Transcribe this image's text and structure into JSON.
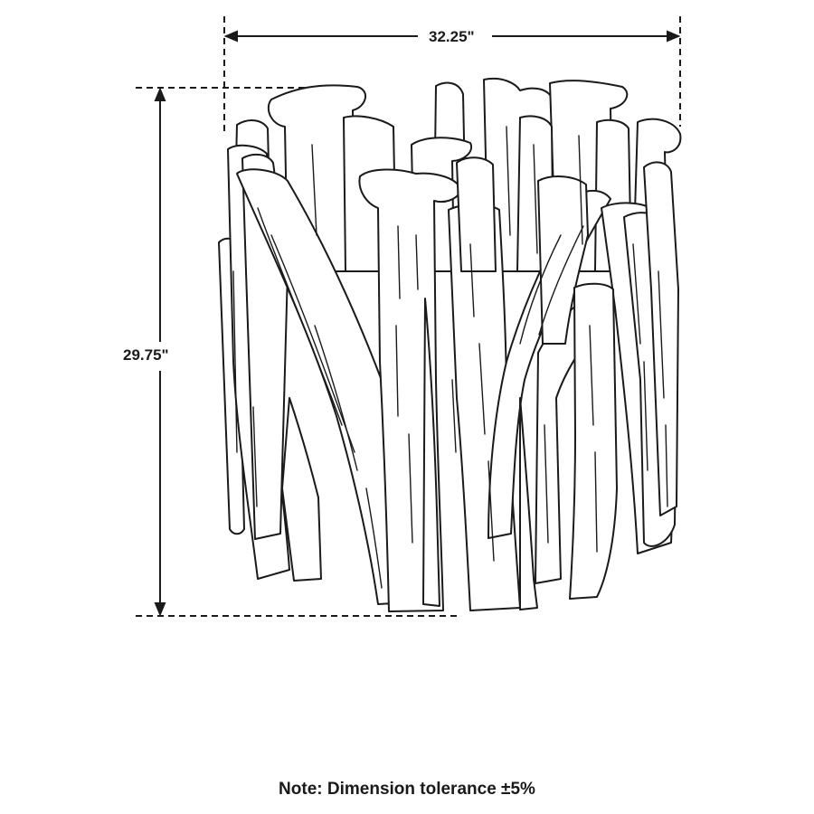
{
  "dimensions": {
    "width_label": "32.25\"",
    "height_label": "29.75\""
  },
  "note": "Note: Dimension tolerance ±5%",
  "colors": {
    "line": "#1a1a1a",
    "background": "#ffffff"
  }
}
